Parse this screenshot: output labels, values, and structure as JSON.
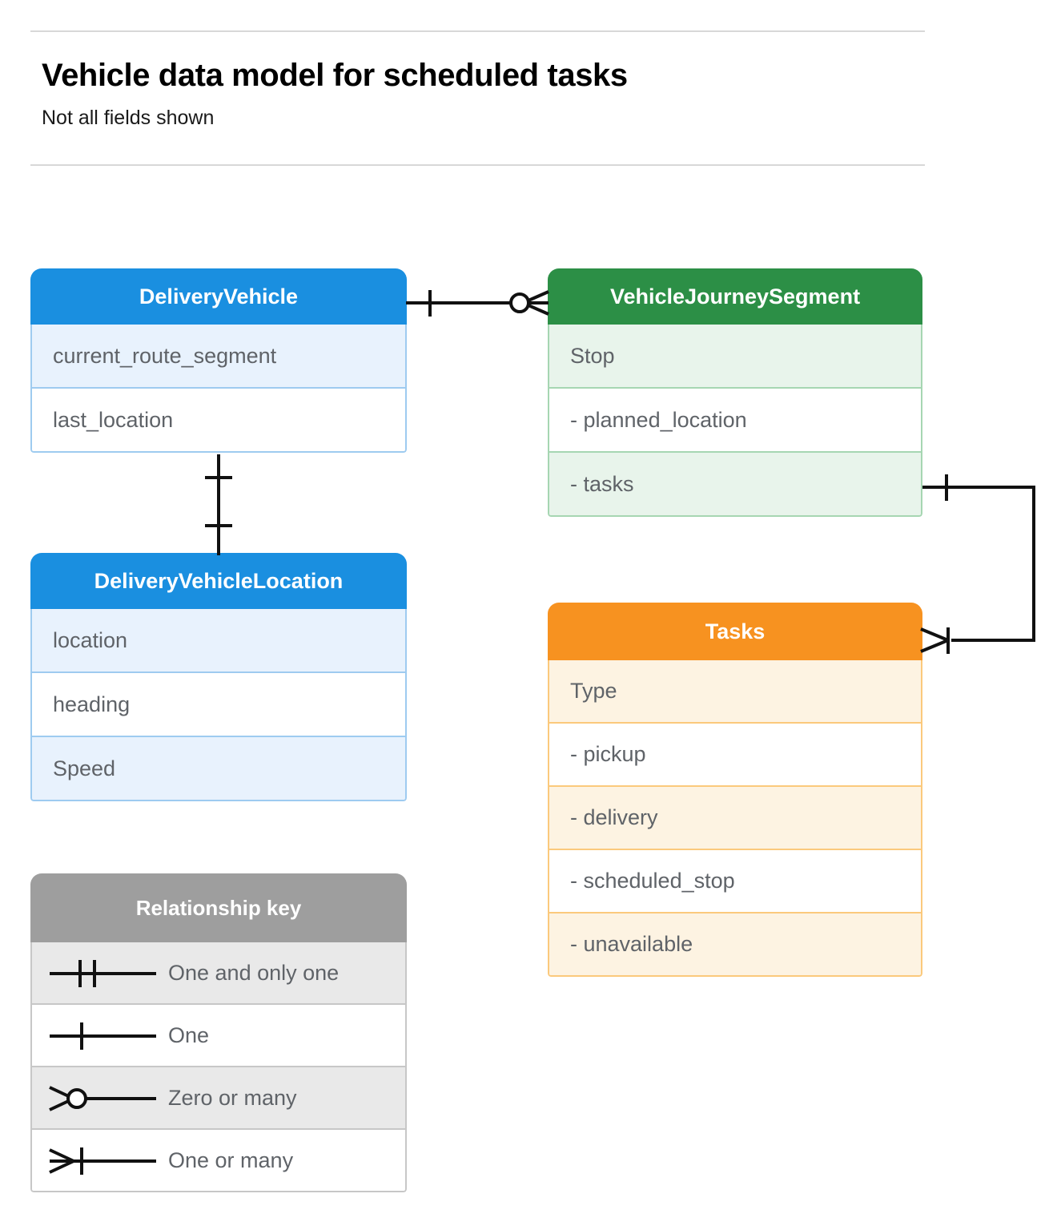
{
  "header": {
    "title": "Vehicle data model for scheduled tasks",
    "subtitle": "Not all fields shown"
  },
  "colors": {
    "blue_header": "#1a8fe0",
    "blue_row_alt": "#e8f2fd",
    "blue_border": "#9ecbf0",
    "green_header": "#2c8f46",
    "green_row_alt": "#e8f4eb",
    "green_border": "#a6d6b2",
    "orange_header": "#f79220",
    "orange_row_alt": "#fdf3e2",
    "orange_border": "#fbc97c",
    "gray_header": "#9e9e9e",
    "gray_row_alt": "#e9e9e9",
    "text_gray": "#5f6368",
    "connector": "#111111",
    "rule": "#d8d8d8"
  },
  "entities": [
    {
      "id": "delivery-vehicle",
      "name": "DeliveryVehicle",
      "theme": "blue",
      "rows": [
        {
          "label": "current_route_segment"
        },
        {
          "label": "last_location"
        }
      ]
    },
    {
      "id": "vehicle-journey-segment",
      "name": "VehicleJourneySegment",
      "theme": "green",
      "rows": [
        {
          "label": "Stop"
        },
        {
          "label": "-  planned_location"
        },
        {
          "label": "- tasks"
        }
      ]
    },
    {
      "id": "delivery-vehicle-location",
      "name": "DeliveryVehicleLocation",
      "theme": "blue",
      "rows": [
        {
          "label": "location"
        },
        {
          "label": "heading"
        },
        {
          "label": "Speed"
        }
      ]
    },
    {
      "id": "tasks",
      "name": "Tasks",
      "theme": "orange",
      "rows": [
        {
          "label": "Type"
        },
        {
          "label": "-  pickup"
        },
        {
          "label": "-  delivery"
        },
        {
          "label": "-  scheduled_stop"
        },
        {
          "label": "-  unavailable"
        }
      ]
    }
  ],
  "legend": {
    "title": "Relationship key",
    "items": [
      {
        "symbol": "one-and-only-one",
        "label": "One and only one"
      },
      {
        "symbol": "one",
        "label": "One"
      },
      {
        "symbol": "zero-or-many",
        "label": "Zero or many"
      },
      {
        "symbol": "one-or-many",
        "label": "One or many"
      }
    ]
  },
  "relationships": [
    {
      "id": "deliveryvehicle-to-vehiclejourneysegment",
      "from": "DeliveryVehicle",
      "to": "VehicleJourneySegment",
      "from_cardinality": "One",
      "to_cardinality": "Zero or many"
    },
    {
      "id": "deliveryvehicle-to-deliveryvehiclelocation",
      "from": "DeliveryVehicle",
      "to": "DeliveryVehicleLocation",
      "from_cardinality": "One",
      "to_cardinality": "One"
    },
    {
      "id": "vehiclejourneysegment-tasks-to-tasks",
      "from": "VehicleJourneySegment.tasks",
      "to": "Tasks",
      "from_cardinality": "One",
      "to_cardinality": "One or many"
    }
  ]
}
